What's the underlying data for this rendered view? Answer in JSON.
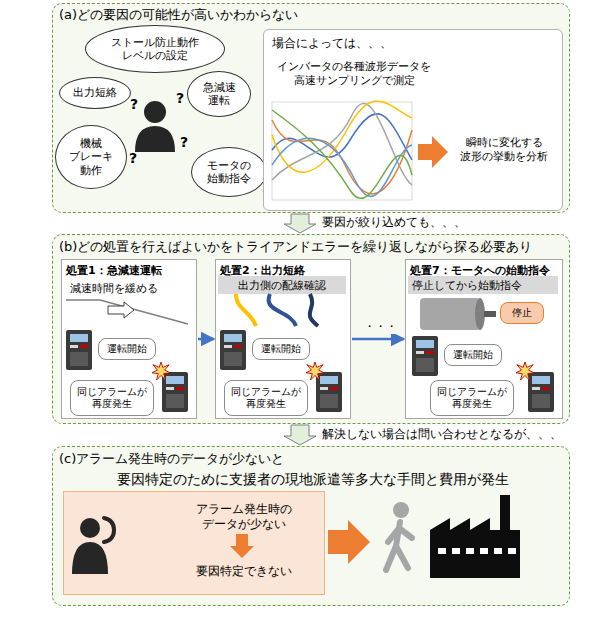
{
  "diagram": {
    "nodes": [
      {
        "text": [
          "(a)どの要因の可能性が高いかわからない"
        ]
      },
      {
        "text": [
          "ストール防止動作 レベルの設定"
        ],
        "in": 0
      },
      {
        "text": [
          "出力短絡"
        ],
        "in": 0
      },
      {
        "text": [
          "急減速 運転"
        ],
        "in": 0
      },
      {
        "text": [
          "機械 ブレーキ 動作"
        ],
        "in": 0
      },
      {
        "text": [
          "モータの 始動指令"
        ],
        "in": 0
      },
      {
        "text": [
          "場合によっては、、、",
          "インバータの各種波形データを 高速サンプリングで測定",
          "瞬時に変化する 波形の挙動を分析"
        ],
        "in": 0
      },
      {
        "text": [
          "(b)どの処置を行えばよいかをトライアンドエラーを繰り返しながら探る必要あり"
        ]
      },
      {
        "text": [
          "処置1：急減速運転",
          "減速時間を緩める"
        ],
        "in": 7
      },
      {
        "text": [
          "運転開始"
        ],
        "in": 8
      },
      {
        "text": [
          "同じアラームが 再度発生"
        ],
        "in": 8
      },
      {
        "text": [
          "処置2：出力短絡",
          "出力側の配線確認"
        ],
        "in": 7
      },
      {
        "text": [
          "運転開始"
        ],
        "in": 11
      },
      {
        "text": [
          "同じアラームが 再度発生"
        ],
        "in": 11
      },
      {
        "text": [
          "処置7：モータへの始動指令",
          "停止してから始動指令"
        ],
        "in": 7
      },
      {
        "text": [
          "停止"
        ],
        "in": 14
      },
      {
        "text": [
          "運転開始"
        ],
        "in": 14
      },
      {
        "text": [
          "同じアラームが 再度発生"
        ],
        "in": 14
      },
      {
        "text": [
          "(c)アラーム発生時のデータが少ないと",
          "要因特定のために支援者の現地派遣等多大な手間と費用が発生"
        ]
      },
      {
        "text": [
          "アラーム発生時の データが少ない",
          "要因特定できない"
        ],
        "in": 18
      }
    ],
    "edges": [
      {
        "from": 0,
        "to": 7,
        "arrow": "to",
        "label": "要因が絞り込めても、、、"
      },
      {
        "from": 8,
        "to": 11,
        "arrow": "to"
      },
      {
        "from": 11,
        "to": 14,
        "arrow": "to",
        "label": "・・・"
      },
      {
        "from": 7,
        "to": 18,
        "arrow": "to",
        "label": "解決しない場合は問い合わせとなるが、、、"
      }
    ],
    "labels": [
      "?",
      "?",
      "?",
      "?"
    ]
  }
}
